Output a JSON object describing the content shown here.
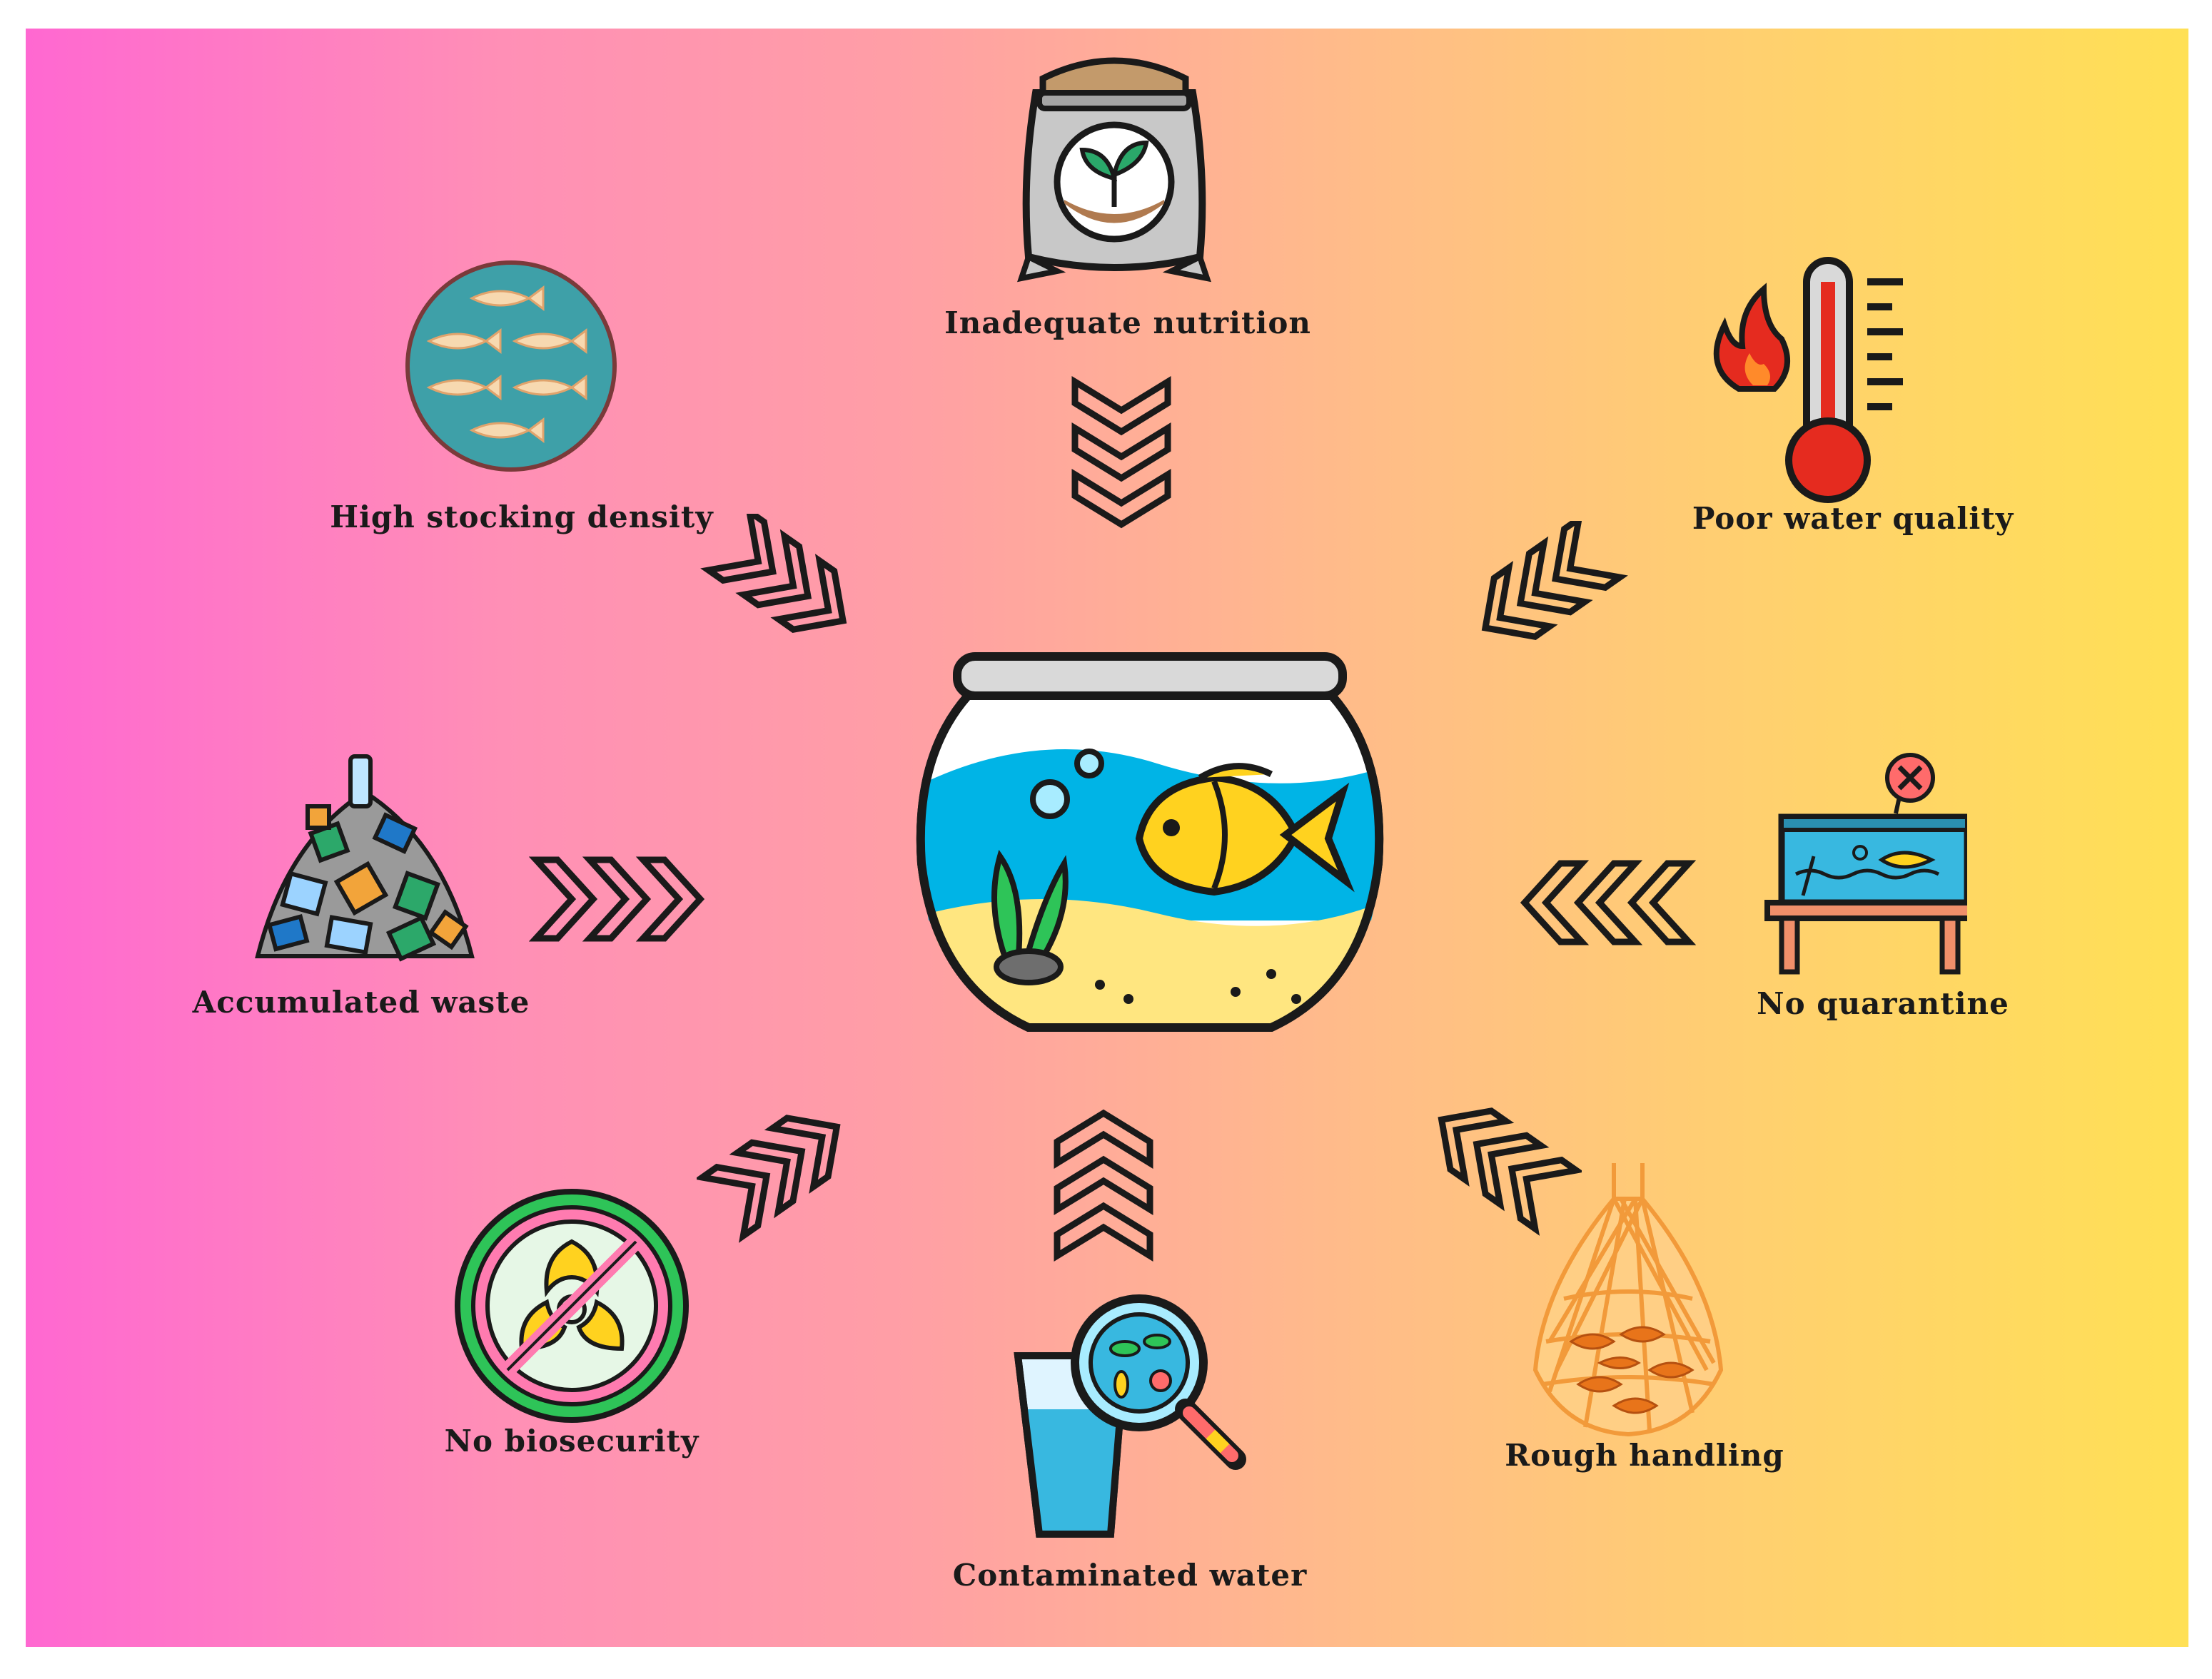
{
  "labels": {
    "inadequate_nutrition": "Inadequate nutrition",
    "high_stocking_density": "High stocking density",
    "poor_water_quality": "Poor water quality",
    "accumulated_waste": "Accumulated waste",
    "no_quarantine": "No quarantine",
    "no_biosecurity": "No biosecurity",
    "contaminated_water": "Contaminated water",
    "rough_handling": "Rough handling"
  },
  "icons": {
    "center": "fishbowl-icon",
    "inadequate_nutrition": "feed-sack-icon",
    "high_stocking_density": "crowded-fish-icon",
    "poor_water_quality": "thermometer-flame-icon",
    "accumulated_waste": "waste-pile-icon",
    "no_quarantine": "aquarium-table-icon",
    "no_biosecurity": "biohazard-prohibited-icon",
    "contaminated_water": "water-glass-magnifier-icon",
    "rough_handling": "fish-net-icon"
  },
  "colors": {
    "gradient_left": "#ff68d1",
    "gradient_right": "#ffe055",
    "water": "#00b4e6",
    "fish": "#ffd21f",
    "outline": "#1a1a1a"
  }
}
